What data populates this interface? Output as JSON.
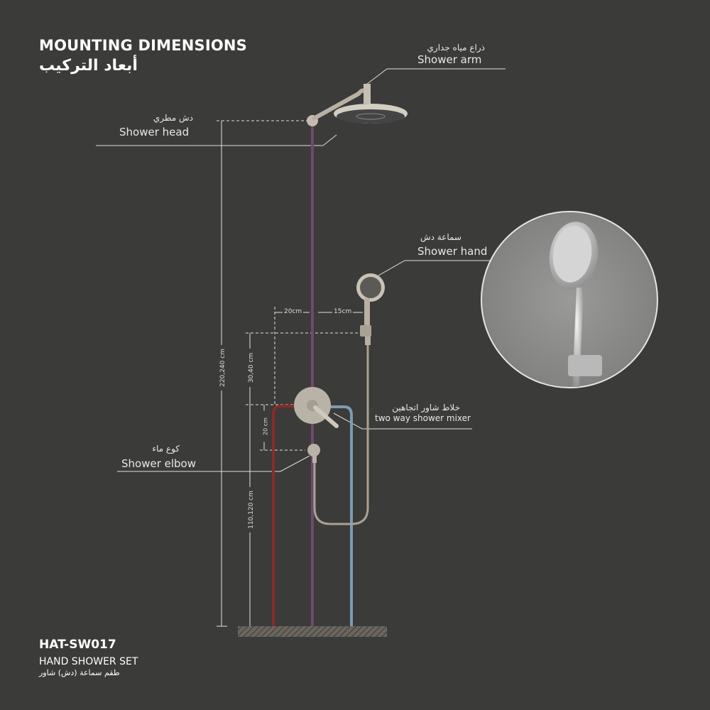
{
  "header": {
    "title": "MOUNTING DIMENSIONS",
    "title_ar": "أبعاد التركيب"
  },
  "labels": {
    "shower_arm": {
      "en": "Shower arm",
      "ar": "ذراع مياه جداري"
    },
    "shower_head": {
      "en": "Shower head",
      "ar": "دش مطري"
    },
    "shower_hand": {
      "en": "Shower hand",
      "ar": "سماعة دش"
    },
    "mixer": {
      "en": "two way shower mixer",
      "ar": "خلاط شاور اتجاهين"
    },
    "shower_elbow": {
      "en": "Shower elbow",
      "ar": "كوع ماء"
    }
  },
  "dimensions": {
    "total_height": "220,240 cm",
    "holder_above_mixer": "30,40 cm",
    "mixer_to_elbow": "20 cm",
    "mixer_height": "110,120 cm",
    "left_offset": "20cm",
    "right_offset": "15cm"
  },
  "product": {
    "code": "HAT-SW017",
    "name": "HAND SHOWER SET",
    "name_ar": "طقم سماعة (دش) شاور"
  },
  "colors": {
    "background": "#3b3b39",
    "hot_pipe": "#8a2a2a",
    "cold_pipe": "#7b9bb5",
    "supply_pipe": "#6e4a6e",
    "metal": "#b8b0a2"
  }
}
